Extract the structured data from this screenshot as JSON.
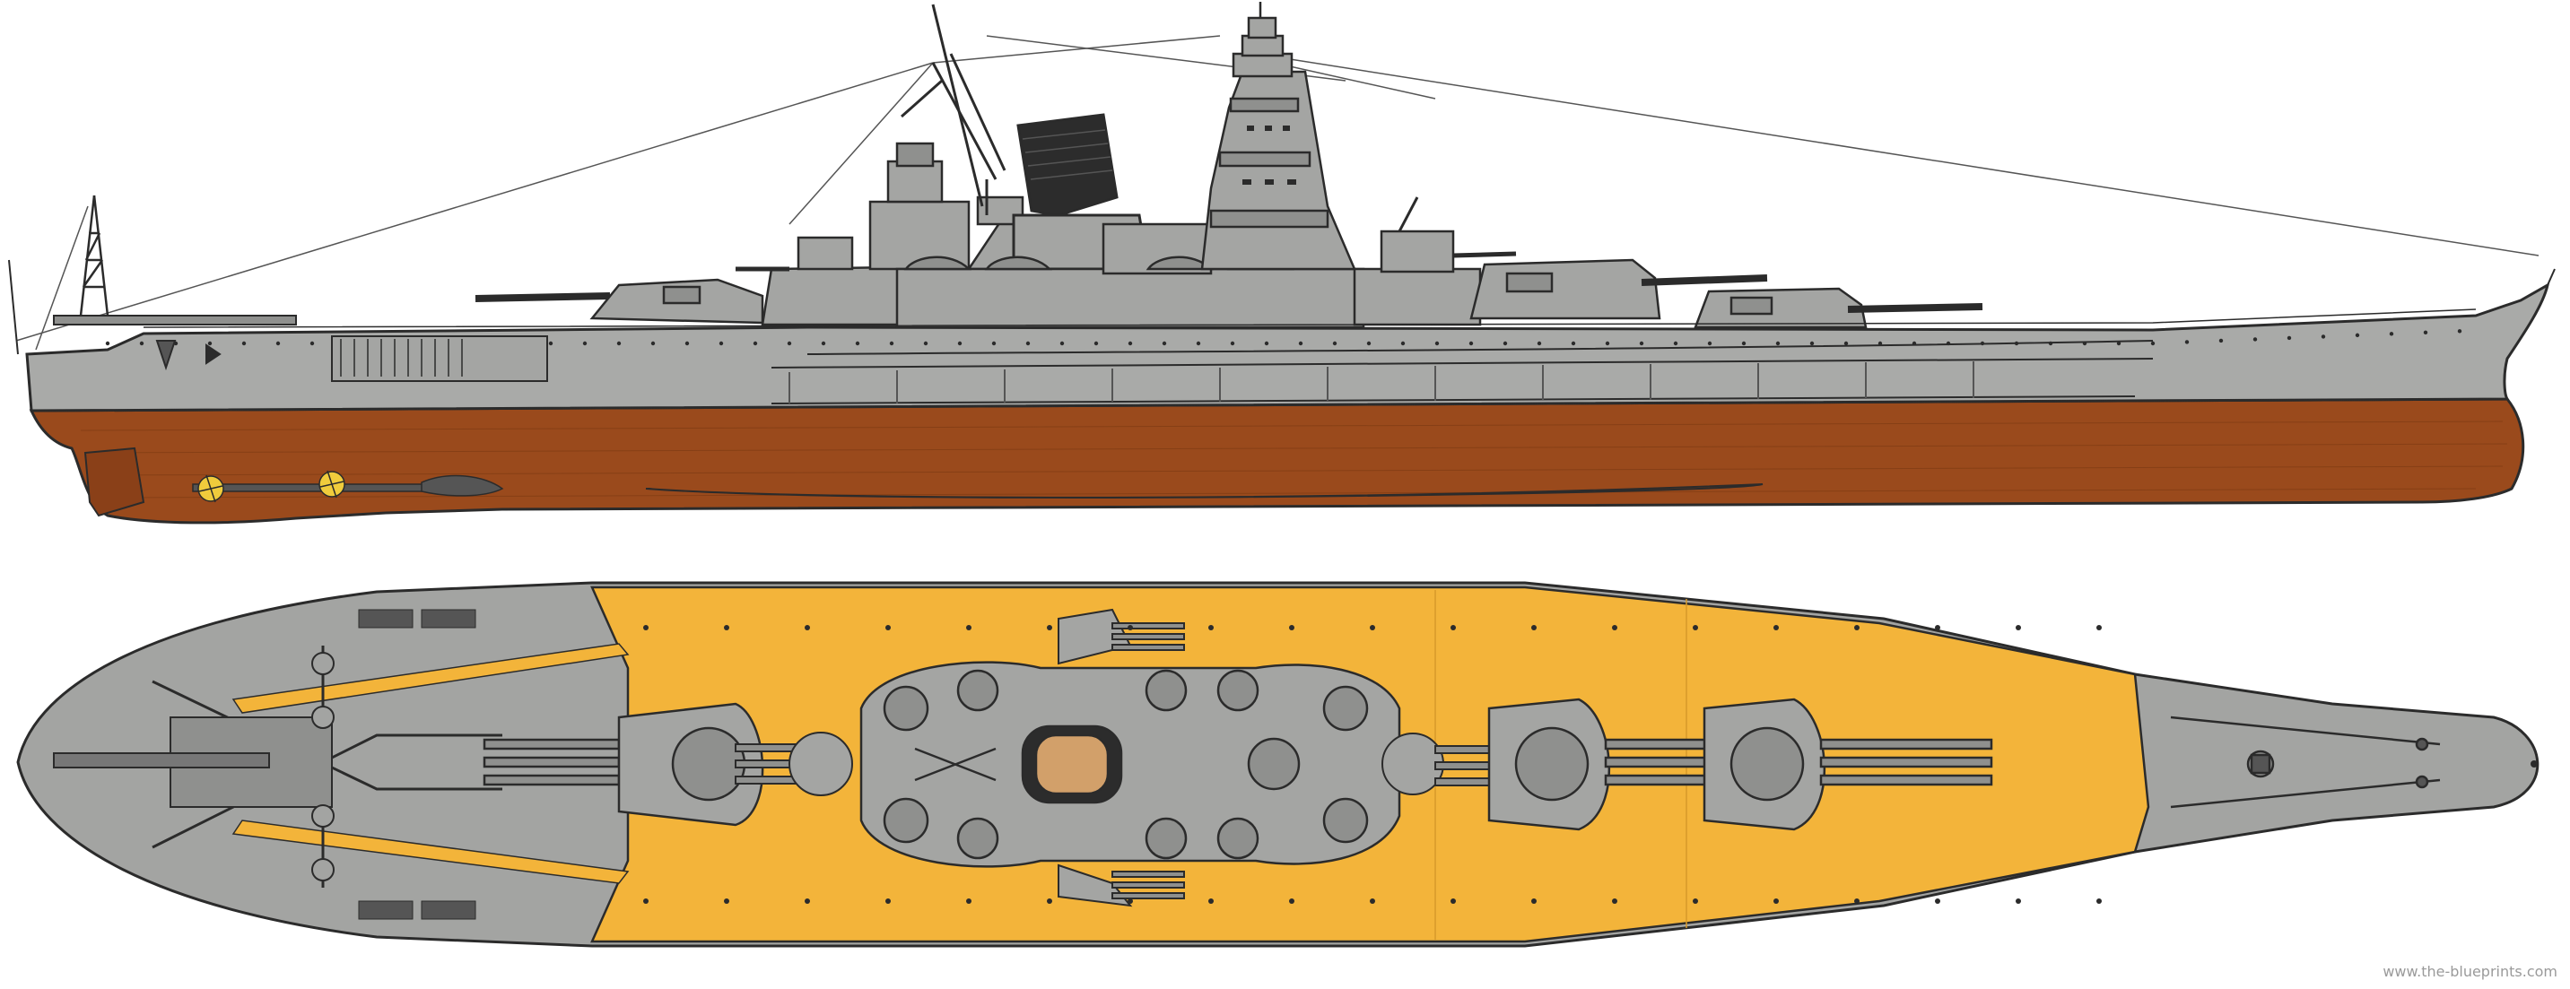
{
  "drawing": {
    "views": [
      "side-profile",
      "deck-plan"
    ],
    "colors": {
      "hull_upper": "#a9aaa8",
      "hull_lower": "#9a4a1c",
      "deck_wood": "#f3b43a",
      "deck_steel": "#a3a4a2",
      "superstructure": "#a4a5a3",
      "line": "#2b2b2b",
      "funnel": "#2c2c2c",
      "propeller": "#f0cc3c",
      "background": "#ffffff"
    }
  },
  "watermark": "www.the-blueprints.com"
}
